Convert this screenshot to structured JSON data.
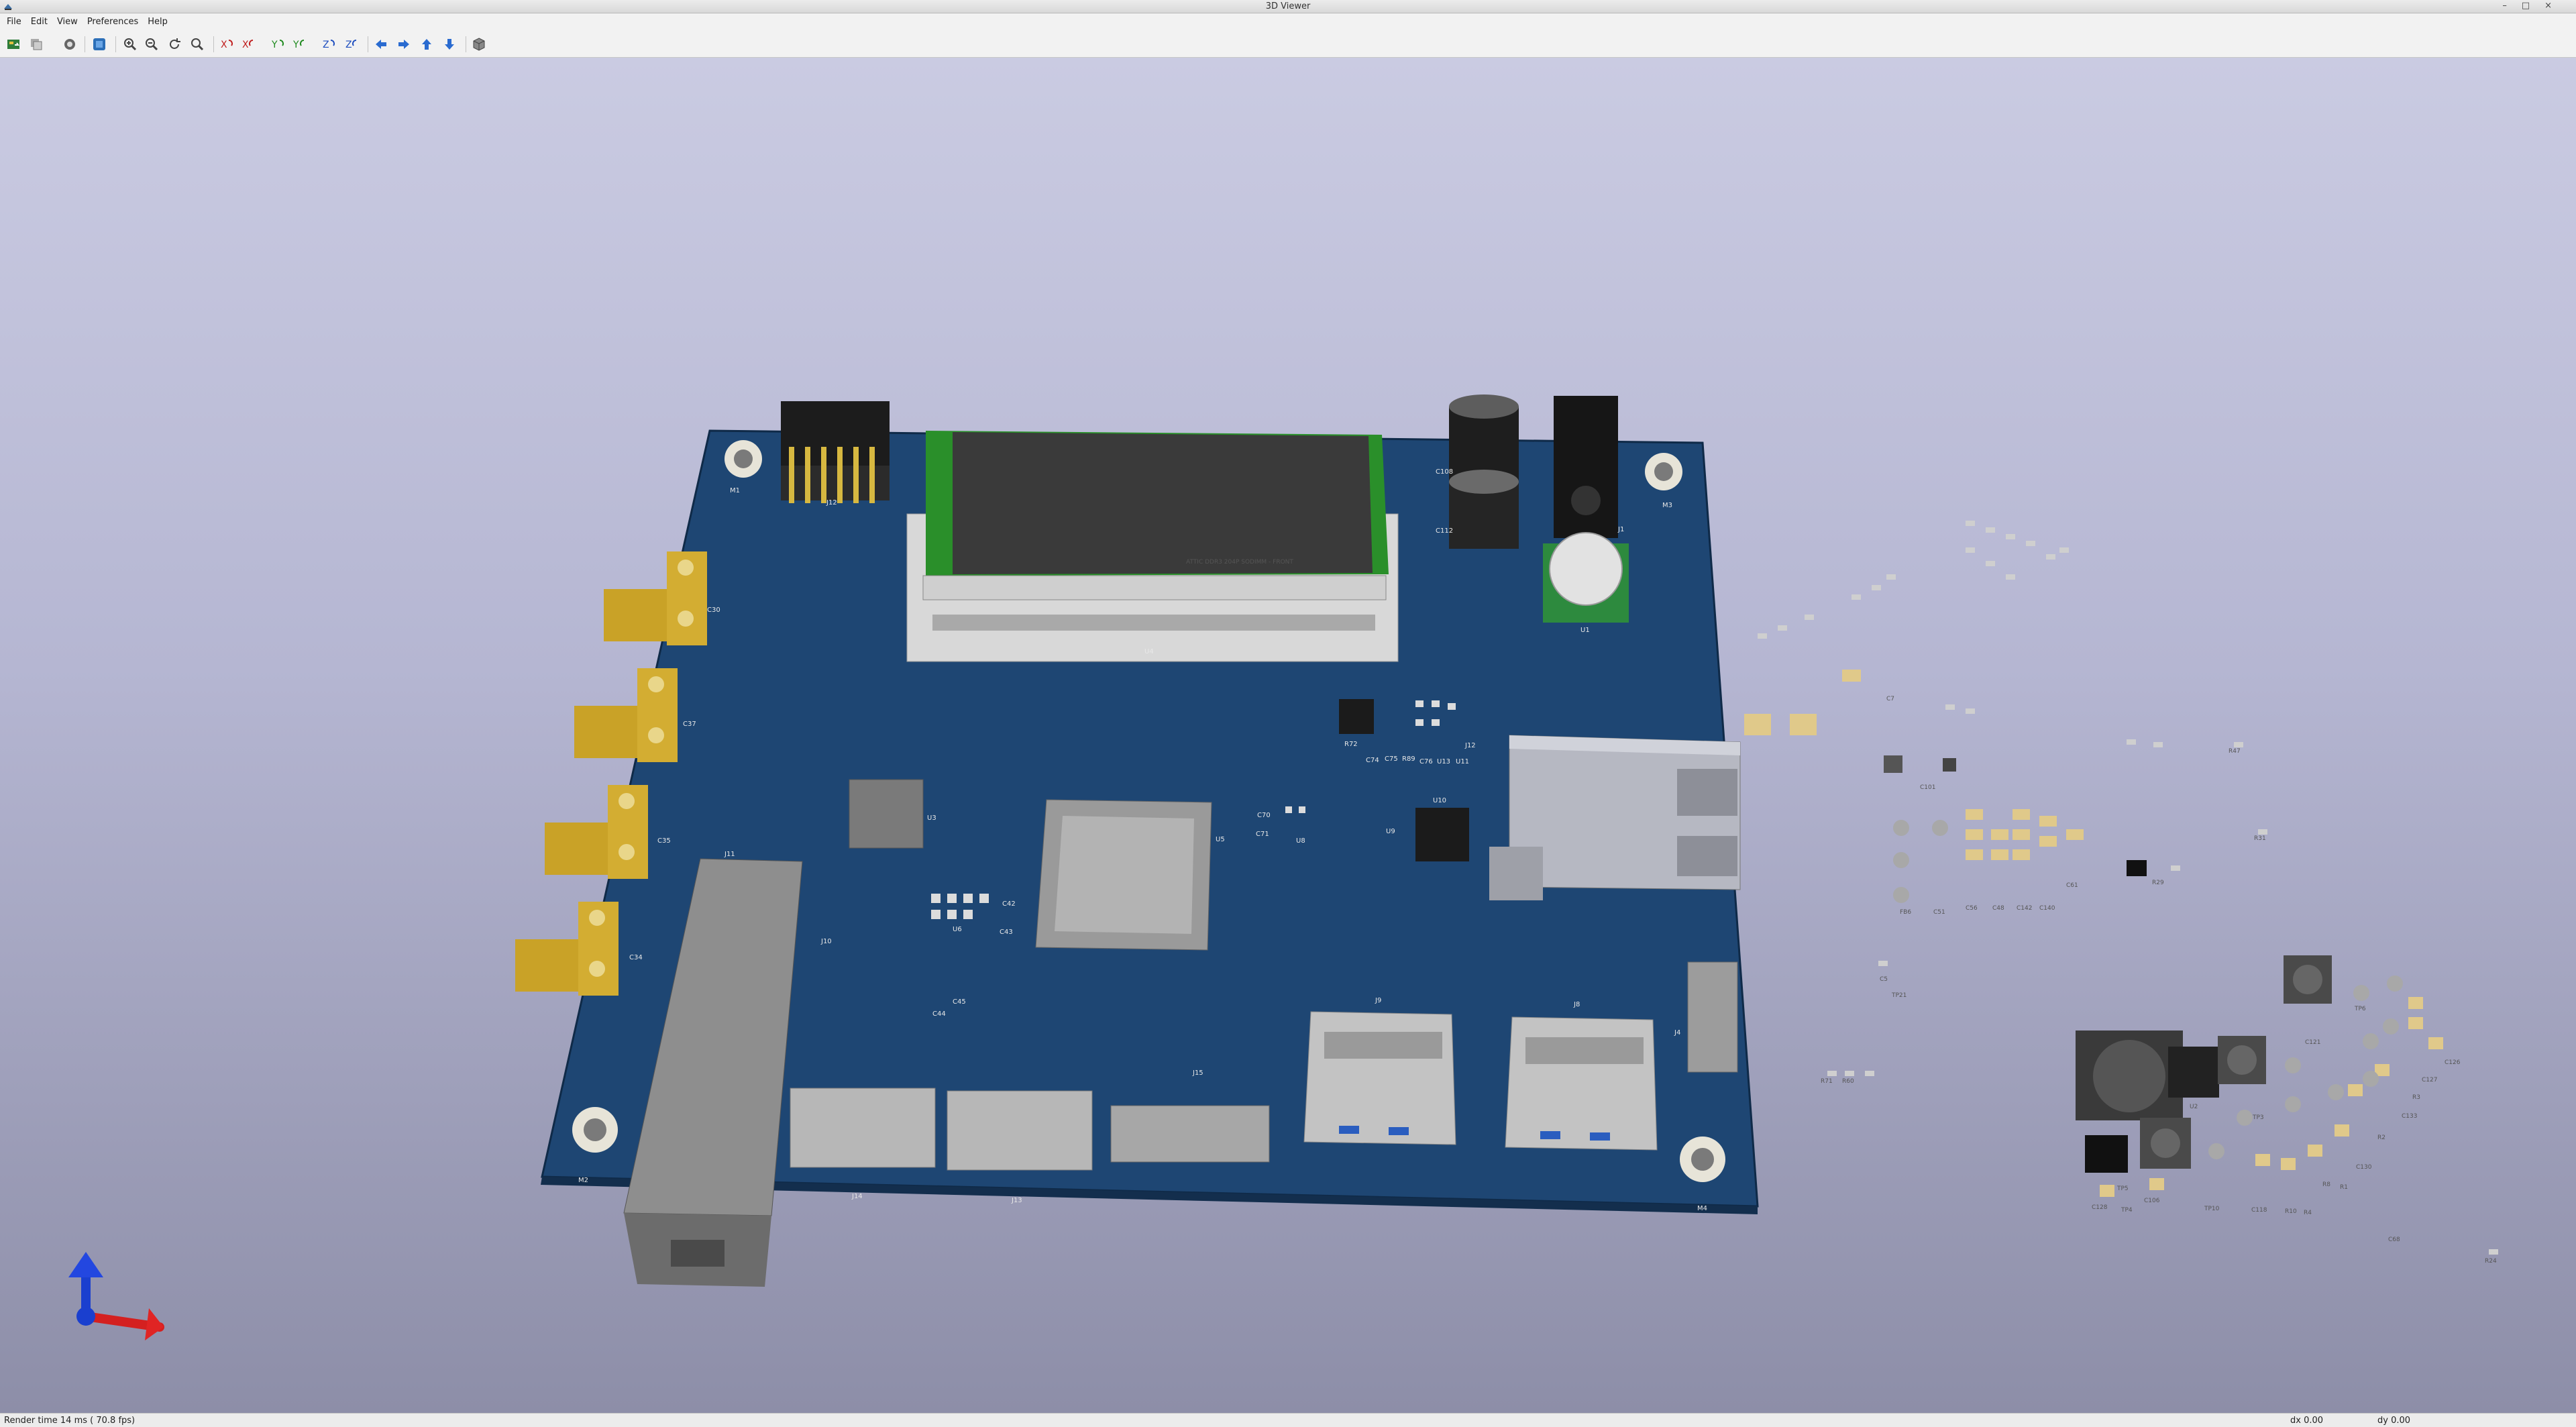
{
  "window": {
    "title": "3D Viewer"
  },
  "menu": [
    "File",
    "Edit",
    "View",
    "Preferences",
    "Help"
  ],
  "toolbar": {
    "icons": [
      "reload-board-icon",
      "copy-image-icon",
      "render-options-icon",
      "raytrace-icon",
      "zoom-in-icon",
      "zoom-out-icon",
      "redraw-icon",
      "zoom-fit-icon",
      "rotate-x-cw-icon",
      "rotate-x-ccw-icon",
      "rotate-y-cw-icon",
      "rotate-y-ccw-icon",
      "rotate-z-cw-icon",
      "rotate-z-ccw-icon",
      "pan-left-icon",
      "pan-right-icon",
      "pan-up-icon",
      "pan-down-icon",
      "ortho-view-icon"
    ]
  },
  "board": {
    "silkscreen": {
      "ram_text": "ATTIC DDR3 204P SODIMM - FRONT",
      "designators_left": [
        "M1",
        "J12",
        "C30",
        "C37",
        "C35",
        "C34",
        "J11",
        "J10",
        "M2"
      ],
      "designators_main": [
        "U4",
        "C108",
        "C112",
        "J1",
        "M3",
        "U1",
        "U3",
        "U5",
        "U6",
        "C42",
        "C43",
        "C44",
        "C45",
        "J15",
        "J14",
        "J13",
        "J9",
        "J8",
        "J4",
        "M4"
      ],
      "designators_center": [
        "U10",
        "U9",
        "U8",
        "C70",
        "C71",
        "U11",
        "U13",
        "C76",
        "C74",
        "C75",
        "R89",
        "R72",
        "J12"
      ]
    }
  },
  "loose_components": {
    "labels": [
      "C68",
      "R24",
      "TP21",
      "C5",
      "R71",
      "R60",
      "C101",
      "R47",
      "R31",
      "R29",
      "TP6",
      "TP5",
      "TP4",
      "TP3",
      "TP10",
      "C128",
      "C106",
      "C118",
      "C121",
      "C126",
      "C127",
      "C133",
      "C130",
      "R3",
      "R2",
      "R1",
      "R4",
      "R8",
      "R10",
      "FB6",
      "C51",
      "C56",
      "C48",
      "C142",
      "C140",
      "C61",
      "U2",
      "C7"
    ]
  },
  "statusbar": {
    "render_time": "Render time 14 ms ( 70.8 fps)",
    "dx": "dx 0.00",
    "dy": "dy 0.00"
  },
  "colors": {
    "pcb": "#1e4673",
    "pcb_edge": "#132e4d",
    "gold": "#c9a227",
    "bg_top": "#cacbe2",
    "bg_bottom": "#8d8ea8"
  }
}
